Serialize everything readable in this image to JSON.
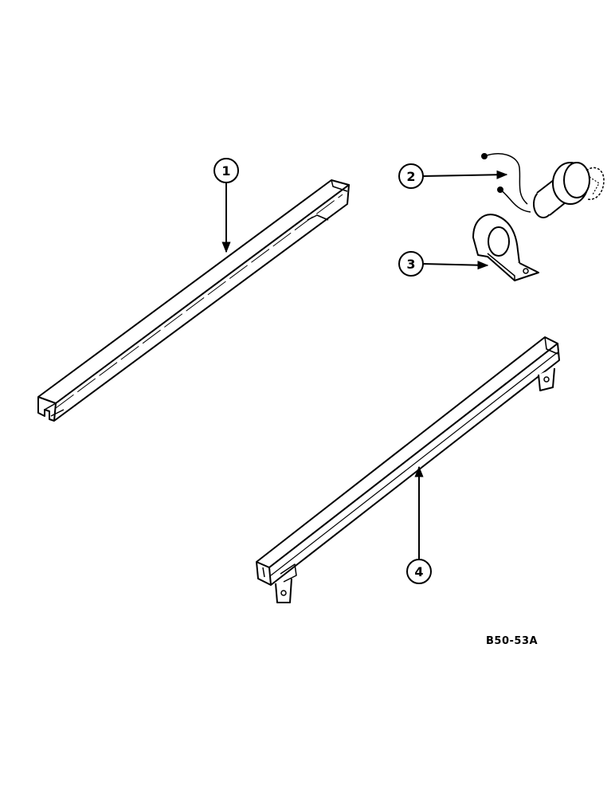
{
  "diagram": {
    "callouts": [
      {
        "number": "1",
        "part": "channel-rail-left"
      },
      {
        "number": "2",
        "part": "socket-plug-with-cap"
      },
      {
        "number": "3",
        "part": "mounting-bracket"
      },
      {
        "number": "4",
        "part": "channel-rail-with-tabs"
      }
    ],
    "reference_code": "B50-53A"
  },
  "colors": {
    "ink": "#000000",
    "paper": "#ffffff"
  }
}
